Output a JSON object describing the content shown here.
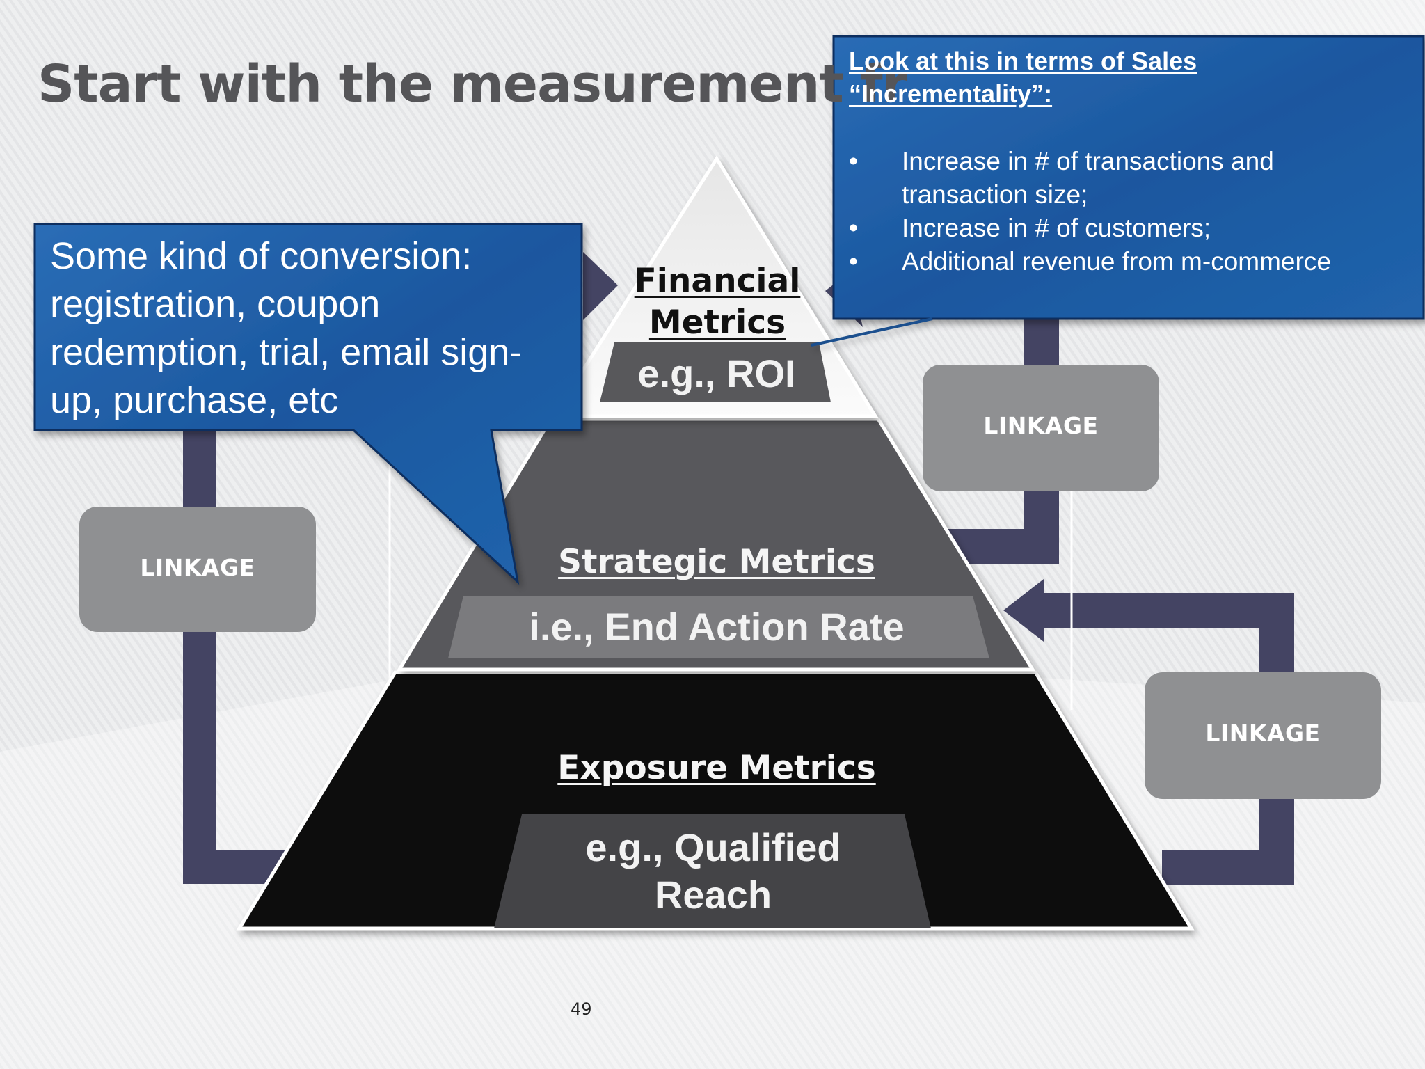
{
  "slide": {
    "title": "Start with the measurement fr",
    "page_number": "49"
  },
  "pyramid": {
    "financial": {
      "title": "Financial Metrics",
      "subtitle": "e.g., ROI"
    },
    "strategic": {
      "title": "Strategic Metrics",
      "subtitle": "i.e., End Action Rate"
    },
    "exposure": {
      "title": "Exposure Metrics",
      "subtitle": "e.g., Qualified Reach"
    }
  },
  "linkages": {
    "left": "LINKAGE",
    "right_upper": "LINKAGE",
    "right_lower": "LINKAGE"
  },
  "callout_left": {
    "text": "Some kind of conversion: registration, coupon redemption, trial, email sign-up, purchase, etc"
  },
  "callout_right": {
    "heading": "Look at this in terms of Sales “Incrementality”:",
    "bullet_symbol": "•",
    "bullets": [
      "Increase in # of transactions and transaction size;",
      "Increase in # of customers;",
      "Additional revenue from m-commerce"
    ]
  },
  "colors": {
    "callout_blue": "#1f5ea6",
    "connector": "#444463",
    "linkage_box": "#8f9092",
    "tier_top": "#f1f1f1",
    "tier_middle": "#58585b",
    "tier_bottom": "#070707",
    "title_gray": "#555558"
  }
}
